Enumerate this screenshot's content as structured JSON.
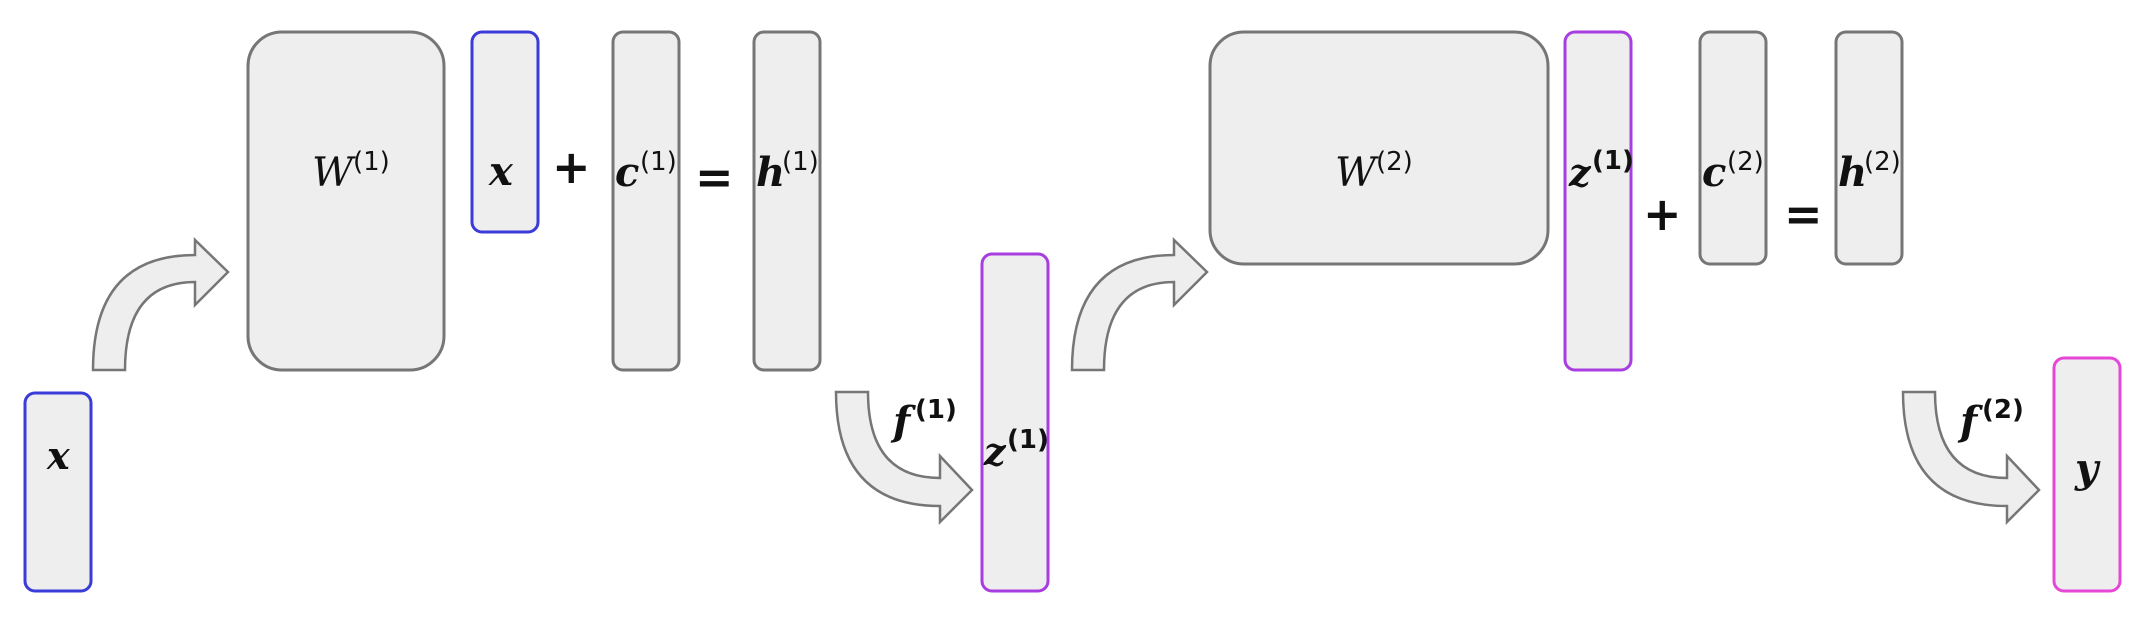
{
  "diagram": {
    "stage1": {
      "weight": {
        "base": "W",
        "sup": "(1)"
      },
      "input": {
        "base": "x"
      },
      "plus": "+",
      "bias": {
        "base": "c",
        "sup": "(1)"
      },
      "equals": "=",
      "hidden": {
        "base": "h",
        "sup": "(1)"
      },
      "activation": {
        "base": "f",
        "sup": "(1)"
      },
      "output": {
        "base": "z",
        "sup": "(1)"
      }
    },
    "stage2": {
      "weight": {
        "base": "W",
        "sup": "(2)"
      },
      "input": {
        "base": "z",
        "sup": "(1)"
      },
      "plus": "+",
      "bias": {
        "base": "c",
        "sup": "(2)"
      },
      "equals": "=",
      "hidden": {
        "base": "h",
        "sup": "(2)"
      },
      "activation": {
        "base": "f",
        "sup": "(2)"
      },
      "output": {
        "base": "y"
      }
    },
    "source_input": {
      "base": "x"
    },
    "colors": {
      "box_fill": "#eeeeee",
      "box_stroke": "#767676",
      "x_stroke": "#3b3bd9",
      "z_stroke": "#a83de0",
      "y_stroke": "#e547d7"
    }
  }
}
